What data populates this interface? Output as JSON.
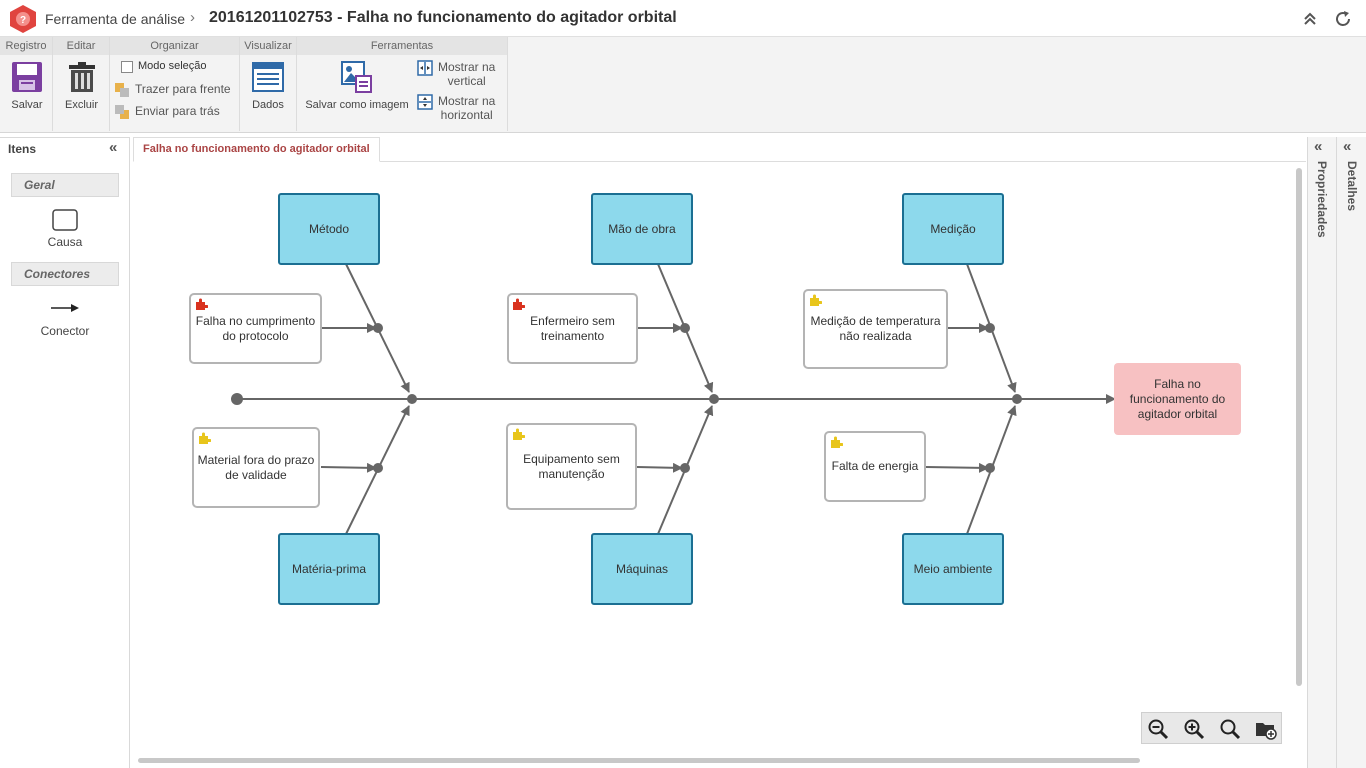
{
  "titlebar": {
    "app_name": "Ferramenta de análise",
    "separator": "›",
    "doc_title": "20161201102753 - Falha no funcionamento do agitador orbital",
    "app_icon": "question-hexagon-icon",
    "brand_color": "#e0443f"
  },
  "ribbon": {
    "groups": {
      "registro": "Registro",
      "editar": "Editar",
      "organizar": "Organizar",
      "visualizar": "Visualizar",
      "ferramentas": "Ferramentas"
    },
    "salvar": "Salvar",
    "excluir": "Excluir",
    "modo_selecao": "Modo seleção",
    "trazer_frente": "Trazer para frente",
    "enviar_tras": "Enviar para trás",
    "dados": "Dados",
    "salvar_imagem": "Salvar como imagem",
    "mostrar_vertical_1": "Mostrar na",
    "mostrar_vertical_2": "vertical",
    "mostrar_horizontal_1": "Mostrar na",
    "mostrar_horizontal_2": "horizontal"
  },
  "left_panel": {
    "title": "Itens",
    "sections": {
      "geral": "Geral",
      "conectores": "Conectores"
    },
    "tools": {
      "causa": "Causa",
      "conector": "Conector"
    }
  },
  "tab": {
    "label": "Falha no funcionamento do agitador orbital"
  },
  "diagram": {
    "categories": {
      "metodo": "Método",
      "mao_de_obra": "Mão de obra",
      "medicao": "Medição",
      "materia_prima": "Matéria-prima",
      "maquinas": "Máquinas",
      "meio_ambiente": "Meio ambiente"
    },
    "causes": {
      "c1": "Falha no cumprimento do protocolo",
      "c2": "Enfermeiro sem treinamento",
      "c3": "Medição de temperatura não realizada",
      "c4": "Material fora do prazo de validade",
      "c5": "Equipamento sem manutenção",
      "c6": "Falta de energia"
    },
    "effect": "Falha no funcionamento do agitador orbital",
    "colors": {
      "category_fill": "#8dd9ec",
      "category_border": "#1b6f92",
      "effect_fill": "#f7c1c2",
      "line": "#666666",
      "puzzle_red": "#d9321f",
      "puzzle_yellow": "#e8c51b"
    }
  },
  "right_panels": {
    "propriedades": "Propriedades",
    "detalhes": "Detalhes"
  }
}
